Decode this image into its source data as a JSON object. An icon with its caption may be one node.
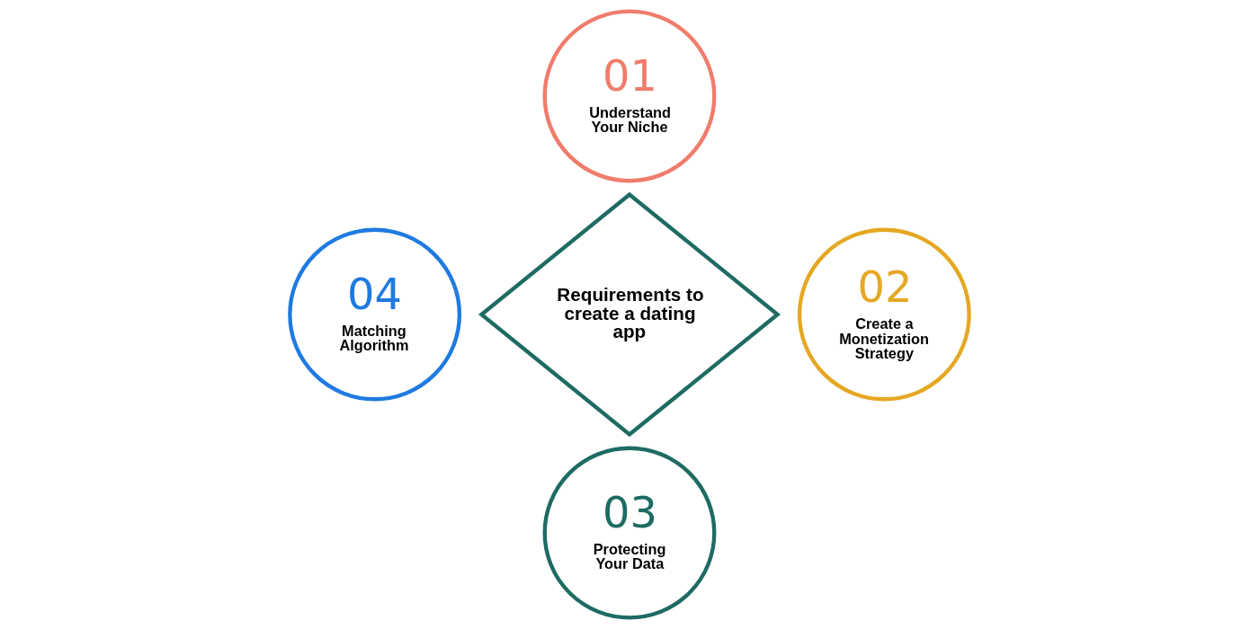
{
  "diagram": {
    "nodes": [
      {
        "text": [
          "Requirements to create a dating app"
        ]
      },
      {
        "text": [
          "01",
          "Understand Your Niche"
        ]
      },
      {
        "text": [
          "02",
          "Create a Monetization Strategy"
        ]
      },
      {
        "text": [
          "03",
          "Protecting Your Data"
        ]
      },
      {
        "text": [
          "04",
          "Matching Algorithm"
        ]
      }
    ],
    "edges": []
  }
}
